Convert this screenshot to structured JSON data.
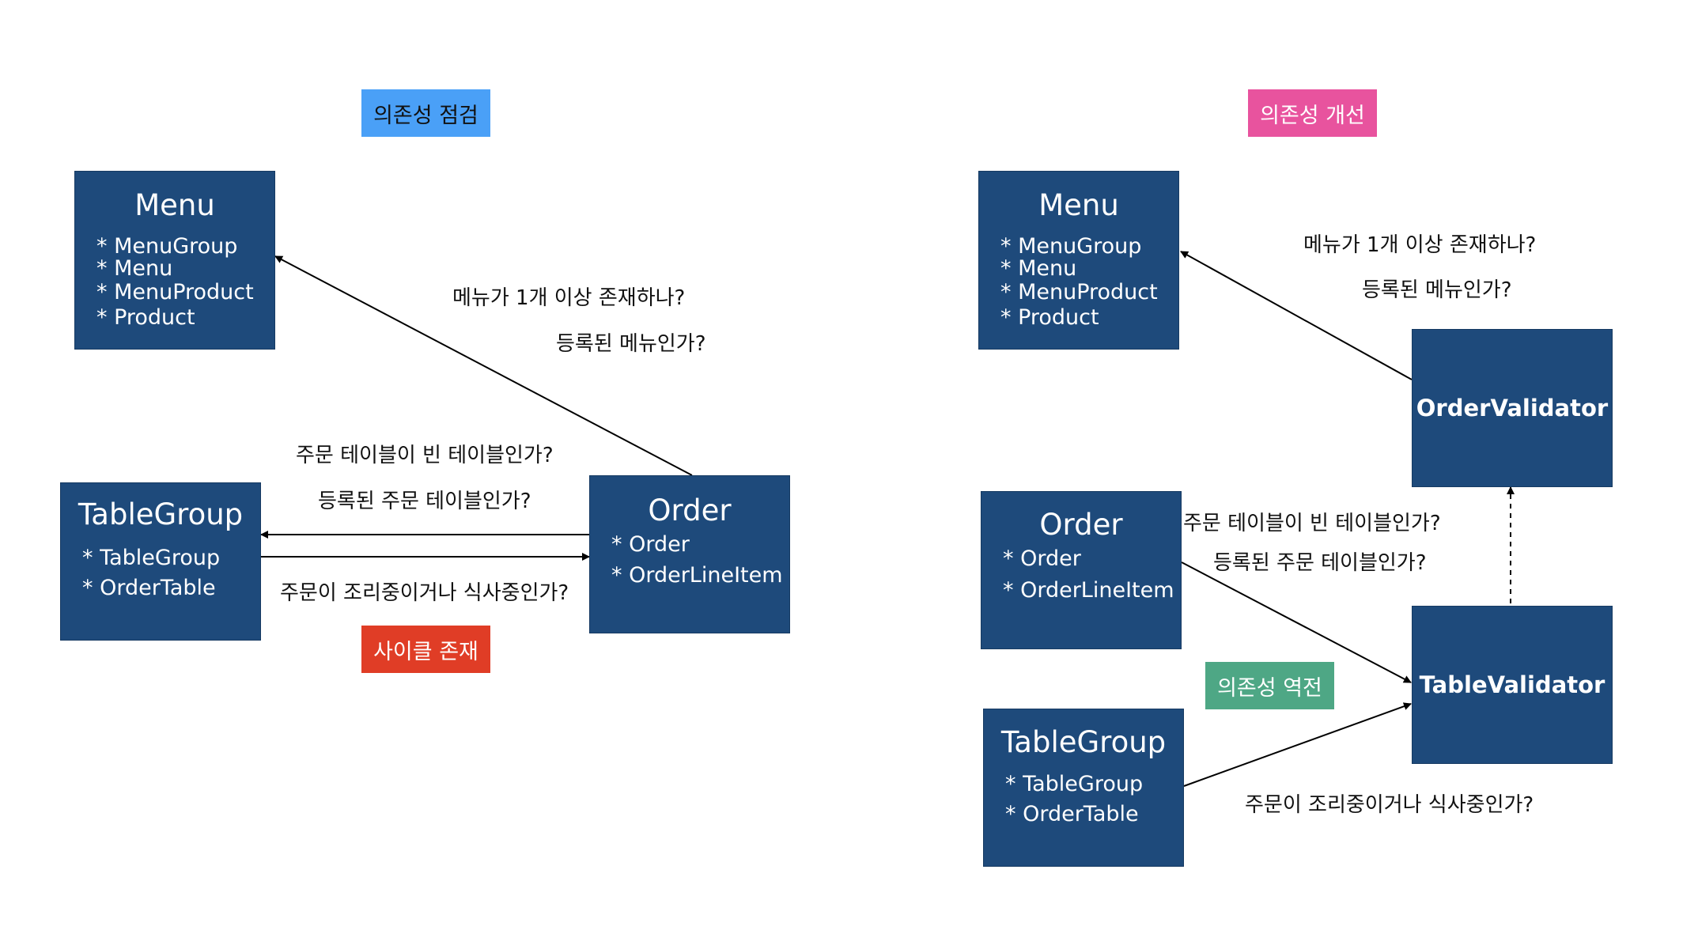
{
  "tags": {
    "check": "의존성 점검",
    "improve": "의존성 개선",
    "cycle": "사이클 존재",
    "invert": "의존성 역전"
  },
  "left": {
    "menu": {
      "title": "Menu",
      "items": [
        "* MenuGroup",
        "* Menu",
        "* MenuProduct",
        "* Product"
      ]
    },
    "table_group": {
      "title": "TableGroup",
      "items": [
        "* TableGroup",
        "* OrderTable"
      ]
    },
    "order": {
      "title": "Order",
      "items": [
        "* Order",
        "* OrderLineItem"
      ]
    },
    "labels": {
      "menu_check_1": "메뉴가 1개 이상 존재하나?",
      "menu_check_2": "등록된 메뉴인가?",
      "table_check_1": "주문 테이블이 빈 테이블인가?",
      "table_check_2": "등록된 주문 테이블인가?",
      "order_check": "주문이 조리중이거나 식사중인가?"
    }
  },
  "right": {
    "menu": {
      "title": "Menu",
      "items": [
        "* MenuGroup",
        "* Menu",
        "* MenuProduct",
        "* Product"
      ]
    },
    "order": {
      "title": "Order",
      "items": [
        "* Order",
        "* OrderLineItem"
      ]
    },
    "table_group": {
      "title": "TableGroup",
      "items": [
        "* TableGroup",
        "* OrderTable"
      ]
    },
    "order_validator": {
      "title": "OrderValidator"
    },
    "table_validator": {
      "title": "TableValidator"
    },
    "labels": {
      "menu_check_1": "메뉴가 1개 이상 존재하나?",
      "menu_check_2": "등록된 메뉴인가?",
      "table_check_1": "주문 테이블이 빈 테이블인가?",
      "table_check_2": "등록된 주문 테이블인가?",
      "order_check": "주문이 조리중이거나 식사중인가?"
    }
  },
  "colors": {
    "box": "#1e4a7b",
    "tag_blue": "#4aa0f7",
    "tag_pink": "#e8539e",
    "tag_red": "#e03d26",
    "tag_green": "#4ea785"
  }
}
